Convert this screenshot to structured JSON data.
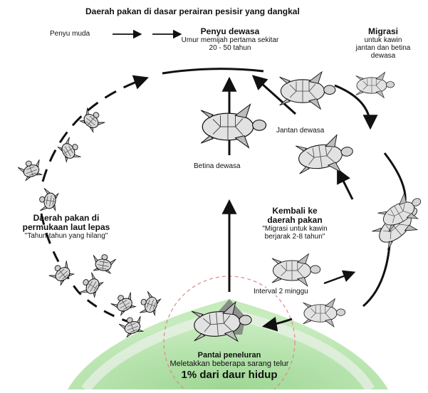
{
  "header": {
    "title": "Daerah pakan di dasar perairan pesisir yang dangkal"
  },
  "labels": {
    "penyu_muda": "Penyu muda",
    "penyu_dewasa_title": "Penyu dewasa",
    "penyu_dewasa_line1": "Umur memijah pertama sekitar",
    "penyu_dewasa_line2": "20 - 50 tahun",
    "migrasi_title": "Migrasi",
    "migrasi_line1": "untuk kawin",
    "migrasi_line2": "jantan dan betina",
    "migrasi_line3": "dewasa",
    "jantan_dewasa": "Jantan dewasa",
    "betina_dewasa": "Betina dewasa",
    "kembali_title1": "Kembali ke",
    "kembali_title2": "daerah pakan",
    "kembali_line1": "\"Migrasi untuk kawin",
    "kembali_line2": "berjarak 2-8 tahun\"",
    "daerah_permukaan_title1": "Daerah pakan di",
    "daerah_permukaan_title2": "permukaan laut lepas",
    "daerah_permukaan_sub": "\"Tahun-tahun yang hilang\"",
    "interval": "Interval 2 minggu",
    "pantai_title": "Pantai peneluran",
    "pantai_sub": "Meletakkan beberapa sarang telur",
    "daur_hidup": "1% dari daur hidup"
  },
  "colors": {
    "beach_fill": "#a8dc9c",
    "beach_fill_light": "#c9ecc0",
    "glow": "#e8e8e8",
    "dashed_circle": "#d98a8a",
    "stroke": "#111111"
  }
}
